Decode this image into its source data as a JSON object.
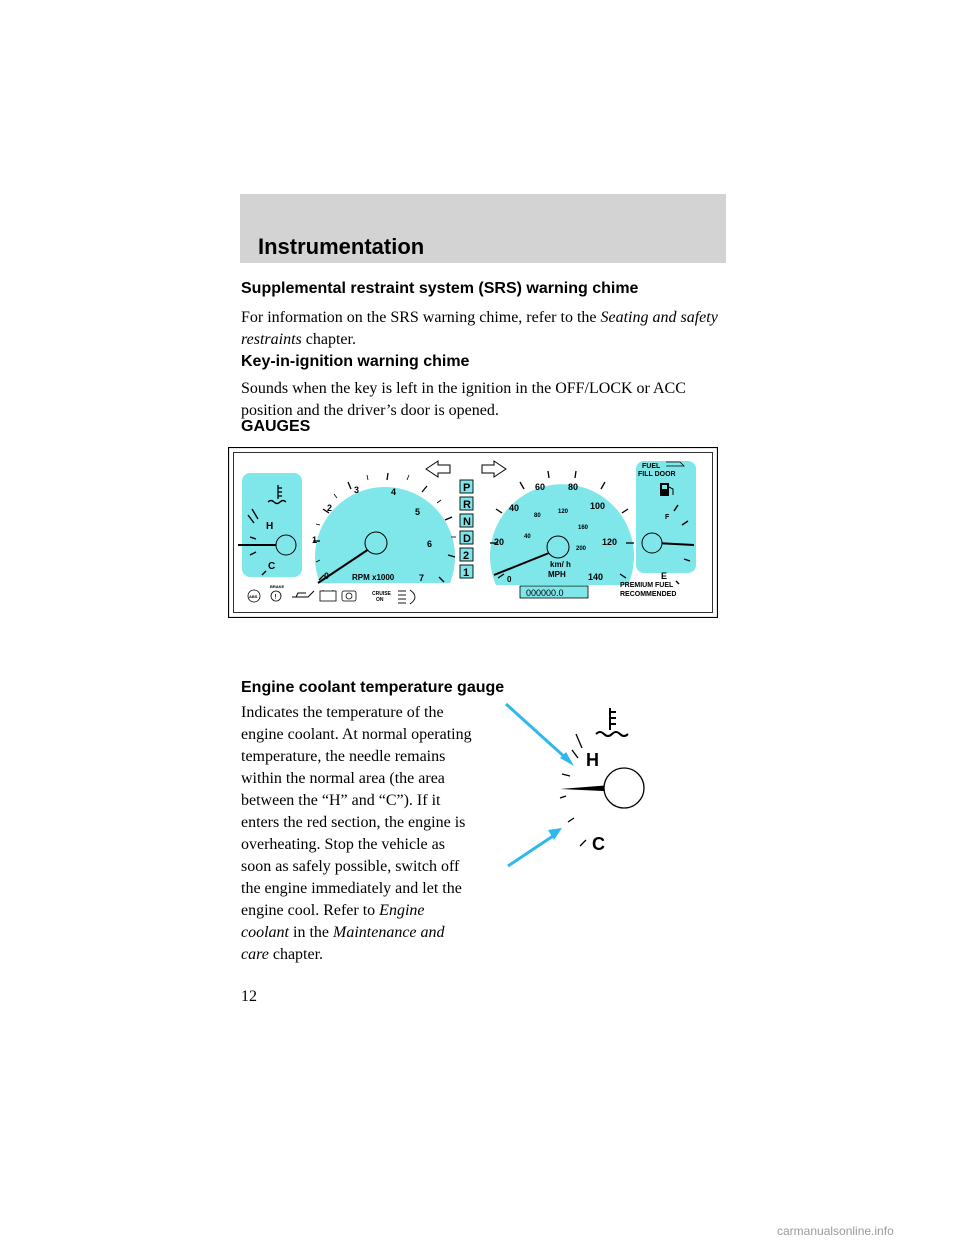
{
  "header": {
    "title": "Instrumentation"
  },
  "sections": {
    "srs": {
      "heading": "Supplemental restraint system (SRS) warning chime",
      "text_before": "For information on the SRS warning chime, refer to the",
      "italic": "Seating and safety restraints",
      "text_after": "chapter."
    },
    "key": {
      "heading": "Key-in-ignition warning chime",
      "line1": "Sounds when the key is left in the ignition in the OFF/LOCK or ACC",
      "line2": "position and the driver’s door is opened."
    },
    "gauges": {
      "heading": "GAUGES"
    },
    "coolant": {
      "heading": "Engine coolant temperature gauge",
      "lines": [
        "Indicates the temperature of the",
        "engine coolant. At normal operating",
        "temperature, the needle remains",
        "within the normal area (the area",
        "between the “H” and “C”). If it",
        "enters the red section, the engine is",
        "overheating. Stop the vehicle as",
        "soon as safely possible, switch off",
        "the engine immediately and let the",
        "engine cool. Refer to"
      ],
      "italic_engine": "Engine",
      "italic_coolant": "coolant",
      "text_in_the": "in the",
      "italic_maint": "Maintenance and",
      "italic_care": "care",
      "text_chapter": "chapter."
    }
  },
  "cluster": {
    "temp": {
      "hot": "H",
      "cold": "C"
    },
    "tach": {
      "ticks": [
        "0",
        "1",
        "2",
        "3",
        "4",
        "5",
        "6",
        "7"
      ],
      "label": "RPM x1000"
    },
    "gears": [
      "P",
      "R",
      "N",
      "D",
      "2",
      "1"
    ],
    "speedo": {
      "mph_ticks": [
        "0",
        "20",
        "40",
        "60",
        "80",
        "100",
        "120",
        "140"
      ],
      "kmh_ticks": [
        "40",
        "80",
        "120",
        "160",
        "200"
      ],
      "unit_kmh": "km/ h",
      "unit_mph": "MPH",
      "odometer": "000000.0"
    },
    "fuel": {
      "fill_door_1": "FUEL",
      "fill_door_2": "FILL DOOR",
      "full": "F",
      "empty": "E",
      "premium_1": "PREMIUM FUEL",
      "premium_2": "RECOMMENDED"
    },
    "warning_lamps": {
      "abs": "ABS",
      "brake": "BRAKE",
      "cruise_1": "CRUISE",
      "cruise_2": "ON"
    }
  },
  "coolant_figure": {
    "hot": "H",
    "cold": "C"
  },
  "colors": {
    "gauge_face": "#7fe6ea",
    "header_band": "#d3d3d3",
    "arrow": "#2fb8ee"
  },
  "footer": {
    "page_number": "12",
    "watermark": "carmanualsonline.info"
  }
}
